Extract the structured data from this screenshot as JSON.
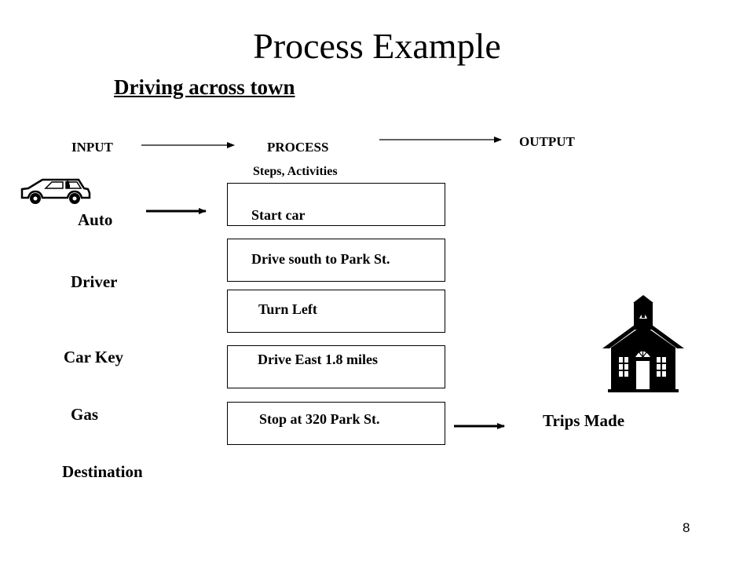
{
  "title": "Process Example",
  "subtitle": "Driving across town",
  "headers": {
    "input": "INPUT",
    "process": "PROCESS",
    "output": "OUTPUT",
    "process_sub": "Steps, Activities"
  },
  "inputs": [
    "Auto",
    "Driver",
    "Car Key",
    "Gas",
    "Destination"
  ],
  "steps": [
    "Start car",
    "Drive south to Park St.",
    "Turn Left",
    "Drive East 1.8 miles",
    "Stop at 320 Park St."
  ],
  "output": "Trips Made",
  "page_number": "8",
  "icons": {
    "input_icon": "car-icon",
    "output_icon": "schoolhouse-icon"
  }
}
